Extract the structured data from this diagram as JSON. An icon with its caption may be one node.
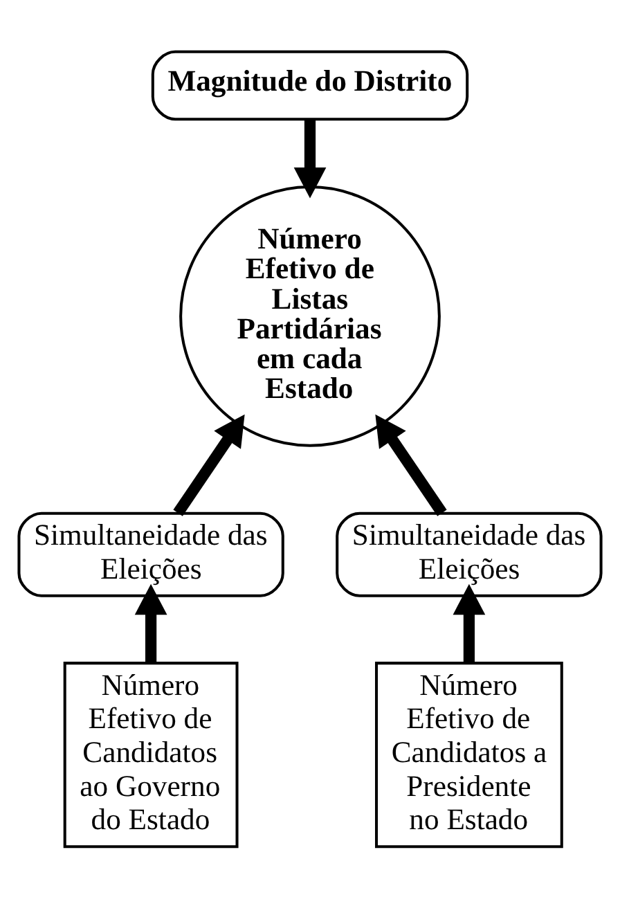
{
  "diagram": {
    "nodes": [
      {
        "text": [
          "Magnitude do Distrito"
        ]
      },
      {
        "text": [
          "Número Efetivo de Listas Partidárias em cada Estado"
        ]
      },
      {
        "text": [
          "Simultaneidade das Eleições"
        ]
      },
      {
        "text": [
          "Simultaneidade das Eleições"
        ]
      },
      {
        "text": [
          "Número Efetivo de Candidatos ao Governo do Estado"
        ]
      },
      {
        "text": [
          "Número Efetivo de Candidatos a Presidente no Estado"
        ]
      }
    ],
    "edges": [
      {
        "from": 0,
        "to": 1,
        "arrow": "to"
      },
      {
        "from": 2,
        "to": 1,
        "arrow": "to"
      },
      {
        "from": 3,
        "to": 1,
        "arrow": "to"
      },
      {
        "from": 4,
        "to": 2,
        "arrow": "to"
      },
      {
        "from": 5,
        "to": 3,
        "arrow": "to"
      }
    ]
  }
}
